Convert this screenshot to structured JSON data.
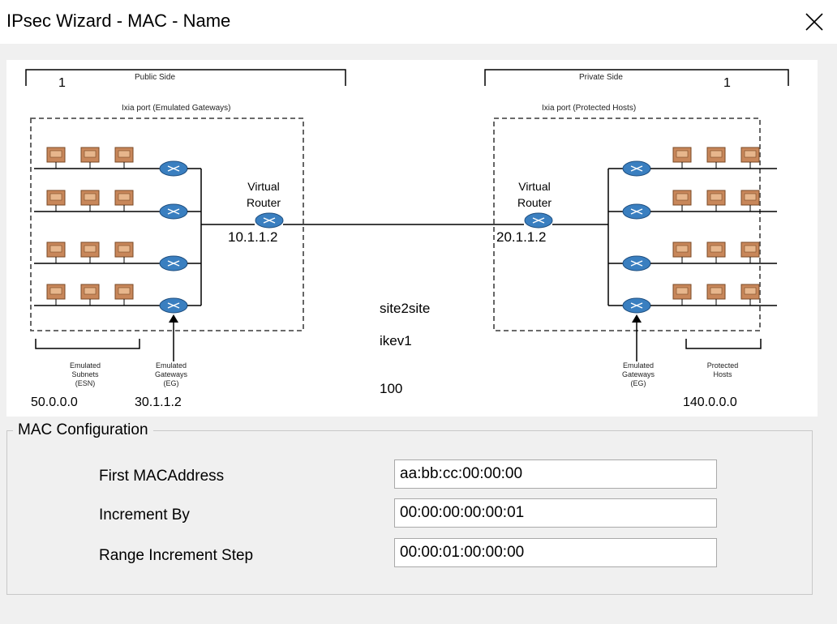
{
  "window": {
    "title": "IPsec Wizard - MAC - Name",
    "close_icon": "close-icon"
  },
  "diagram": {
    "public_side_label": "Public Side",
    "private_side_label": "Private Side",
    "public_count": "1",
    "private_count": "1",
    "public_port_label": "Ixia port (Emulated Gateways)",
    "private_port_label": "Ixia port (Protected Hosts)",
    "virtual_router_left": "Virtual\nRouter",
    "virtual_router_right": "Virtual\nRouter",
    "left_router_ip": "10.1.1.2",
    "right_router_ip": "20.1.1.2",
    "emulated_subnets_label": "Emulated\nSubnets\n(ESN)",
    "emulated_gateways_left_label": "Emulated\nGateways\n(EG)",
    "emulated_gateways_right_label": "Emulated\nGateways\n(EG)",
    "protected_hosts_label": "Protected\nHosts",
    "subnet_ip": "50.0.0.0",
    "gateway_ip": "30.1.1.2",
    "protected_ip": "140.0.0.0",
    "topology": "site2site",
    "ike_version": "ikev1",
    "count": "100"
  },
  "mac_config": {
    "legend": "MAC Configuration",
    "first_mac_label": "First MACAddress",
    "first_mac_value": "aa:bb:cc:00:00:00",
    "increment_label": "Increment By",
    "increment_value": "00:00:00:00:00:01",
    "range_step_label": "Range Increment Step",
    "range_step_value": "00:00:01:00:00:00"
  },
  "colors": {
    "host_fill": "#c8875a",
    "host_stroke": "#7a4a26",
    "router_fill": "#3a7fc0",
    "line": "#000000",
    "dashed_box": "#555555"
  }
}
